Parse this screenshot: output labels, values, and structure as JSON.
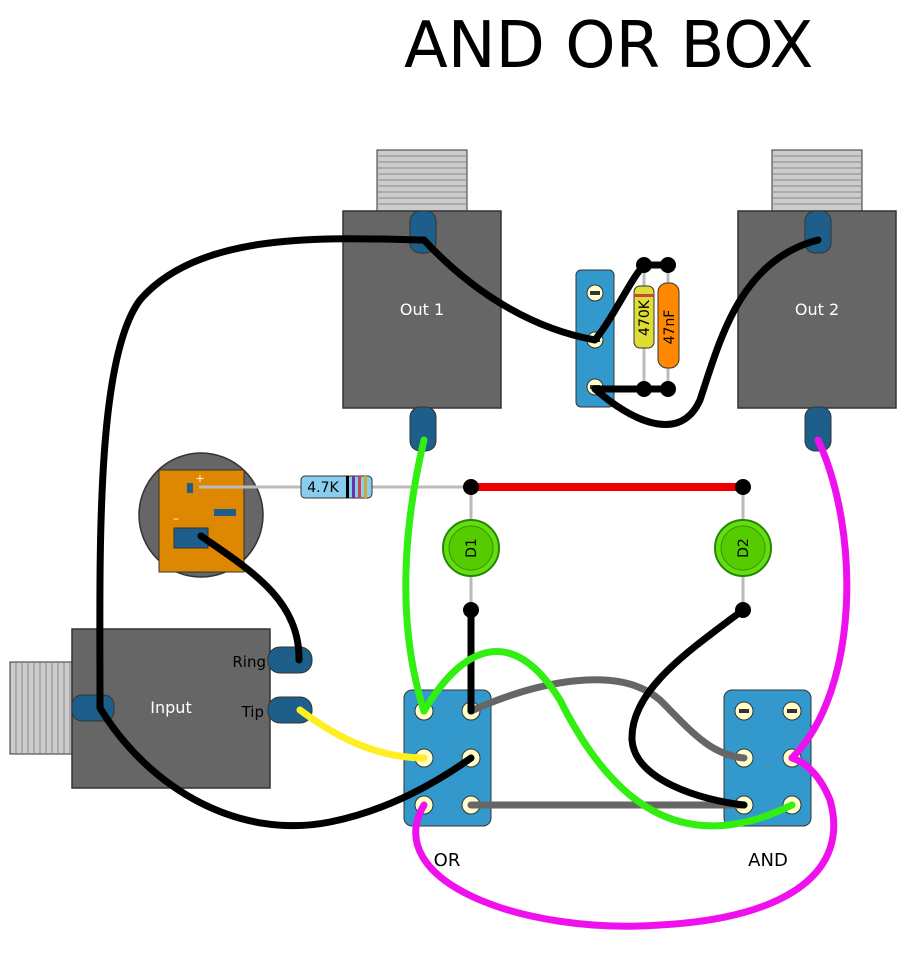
{
  "title": "AND OR BOX",
  "labels": {
    "out1": "Out 1",
    "out2": "Out 2",
    "input": "Input",
    "ring": "Ring",
    "tip": "Tip",
    "or_switch": "OR",
    "and_switch": "AND",
    "resistor_input": "4.7K",
    "resistor_output": "470K",
    "capacitor": "47nF",
    "diode1": "D1",
    "diode2": "D2",
    "dc_plus": "+",
    "dc_minus": "–"
  },
  "colors": {
    "jack_body": "#666666",
    "jack_lug": "#1d5f8a",
    "board": "#3399cc",
    "wire_black": "#000000",
    "wire_green": "#33ee11",
    "wire_magenta": "#ee11ee",
    "wire_yellow": "#ffee22",
    "wire_red": "#ee0000",
    "wire_gray": "#666666",
    "diode": "#66dd11",
    "dc_jack": "#dd8800"
  }
}
